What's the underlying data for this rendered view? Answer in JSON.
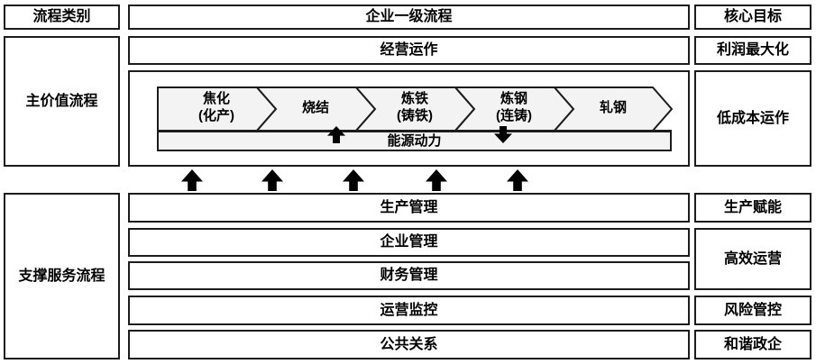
{
  "diagram": {
    "headers": {
      "category": "流程类别",
      "level1": "企业一级流程",
      "core_goal": "核心目标"
    },
    "categories": {
      "main_value": "主价值流程",
      "support": "支撑服务流程"
    },
    "main_value": {
      "operations": "经营运作",
      "steps": [
        {
          "title": "焦化",
          "subtitle": "(化产)"
        },
        {
          "title": "烧结",
          "subtitle": ""
        },
        {
          "title": "炼铁",
          "subtitle": "(铸铁)"
        },
        {
          "title": "炼钢",
          "subtitle": "(连铸)"
        },
        {
          "title": "轧钢",
          "subtitle": ""
        }
      ],
      "energy": "能源动力"
    },
    "support_rows": [
      {
        "label": "生产管理"
      },
      {
        "label": "企业管理"
      },
      {
        "label": "财务管理"
      },
      {
        "label": "运营监控"
      },
      {
        "label": "公共关系"
      }
    ],
    "goals": {
      "profit_max": "利润最大化",
      "low_cost": "低成本运作",
      "production_enable": "生产赋能",
      "efficient_ops": "高效运营",
      "risk_control": "风险管控",
      "gov_harmony": "和谐政企"
    },
    "colors": {
      "border": "#1c1c1c",
      "chevron_fill": "#f3f3f3",
      "box_fill": "#ffffff",
      "arrow": "#000000"
    }
  }
}
